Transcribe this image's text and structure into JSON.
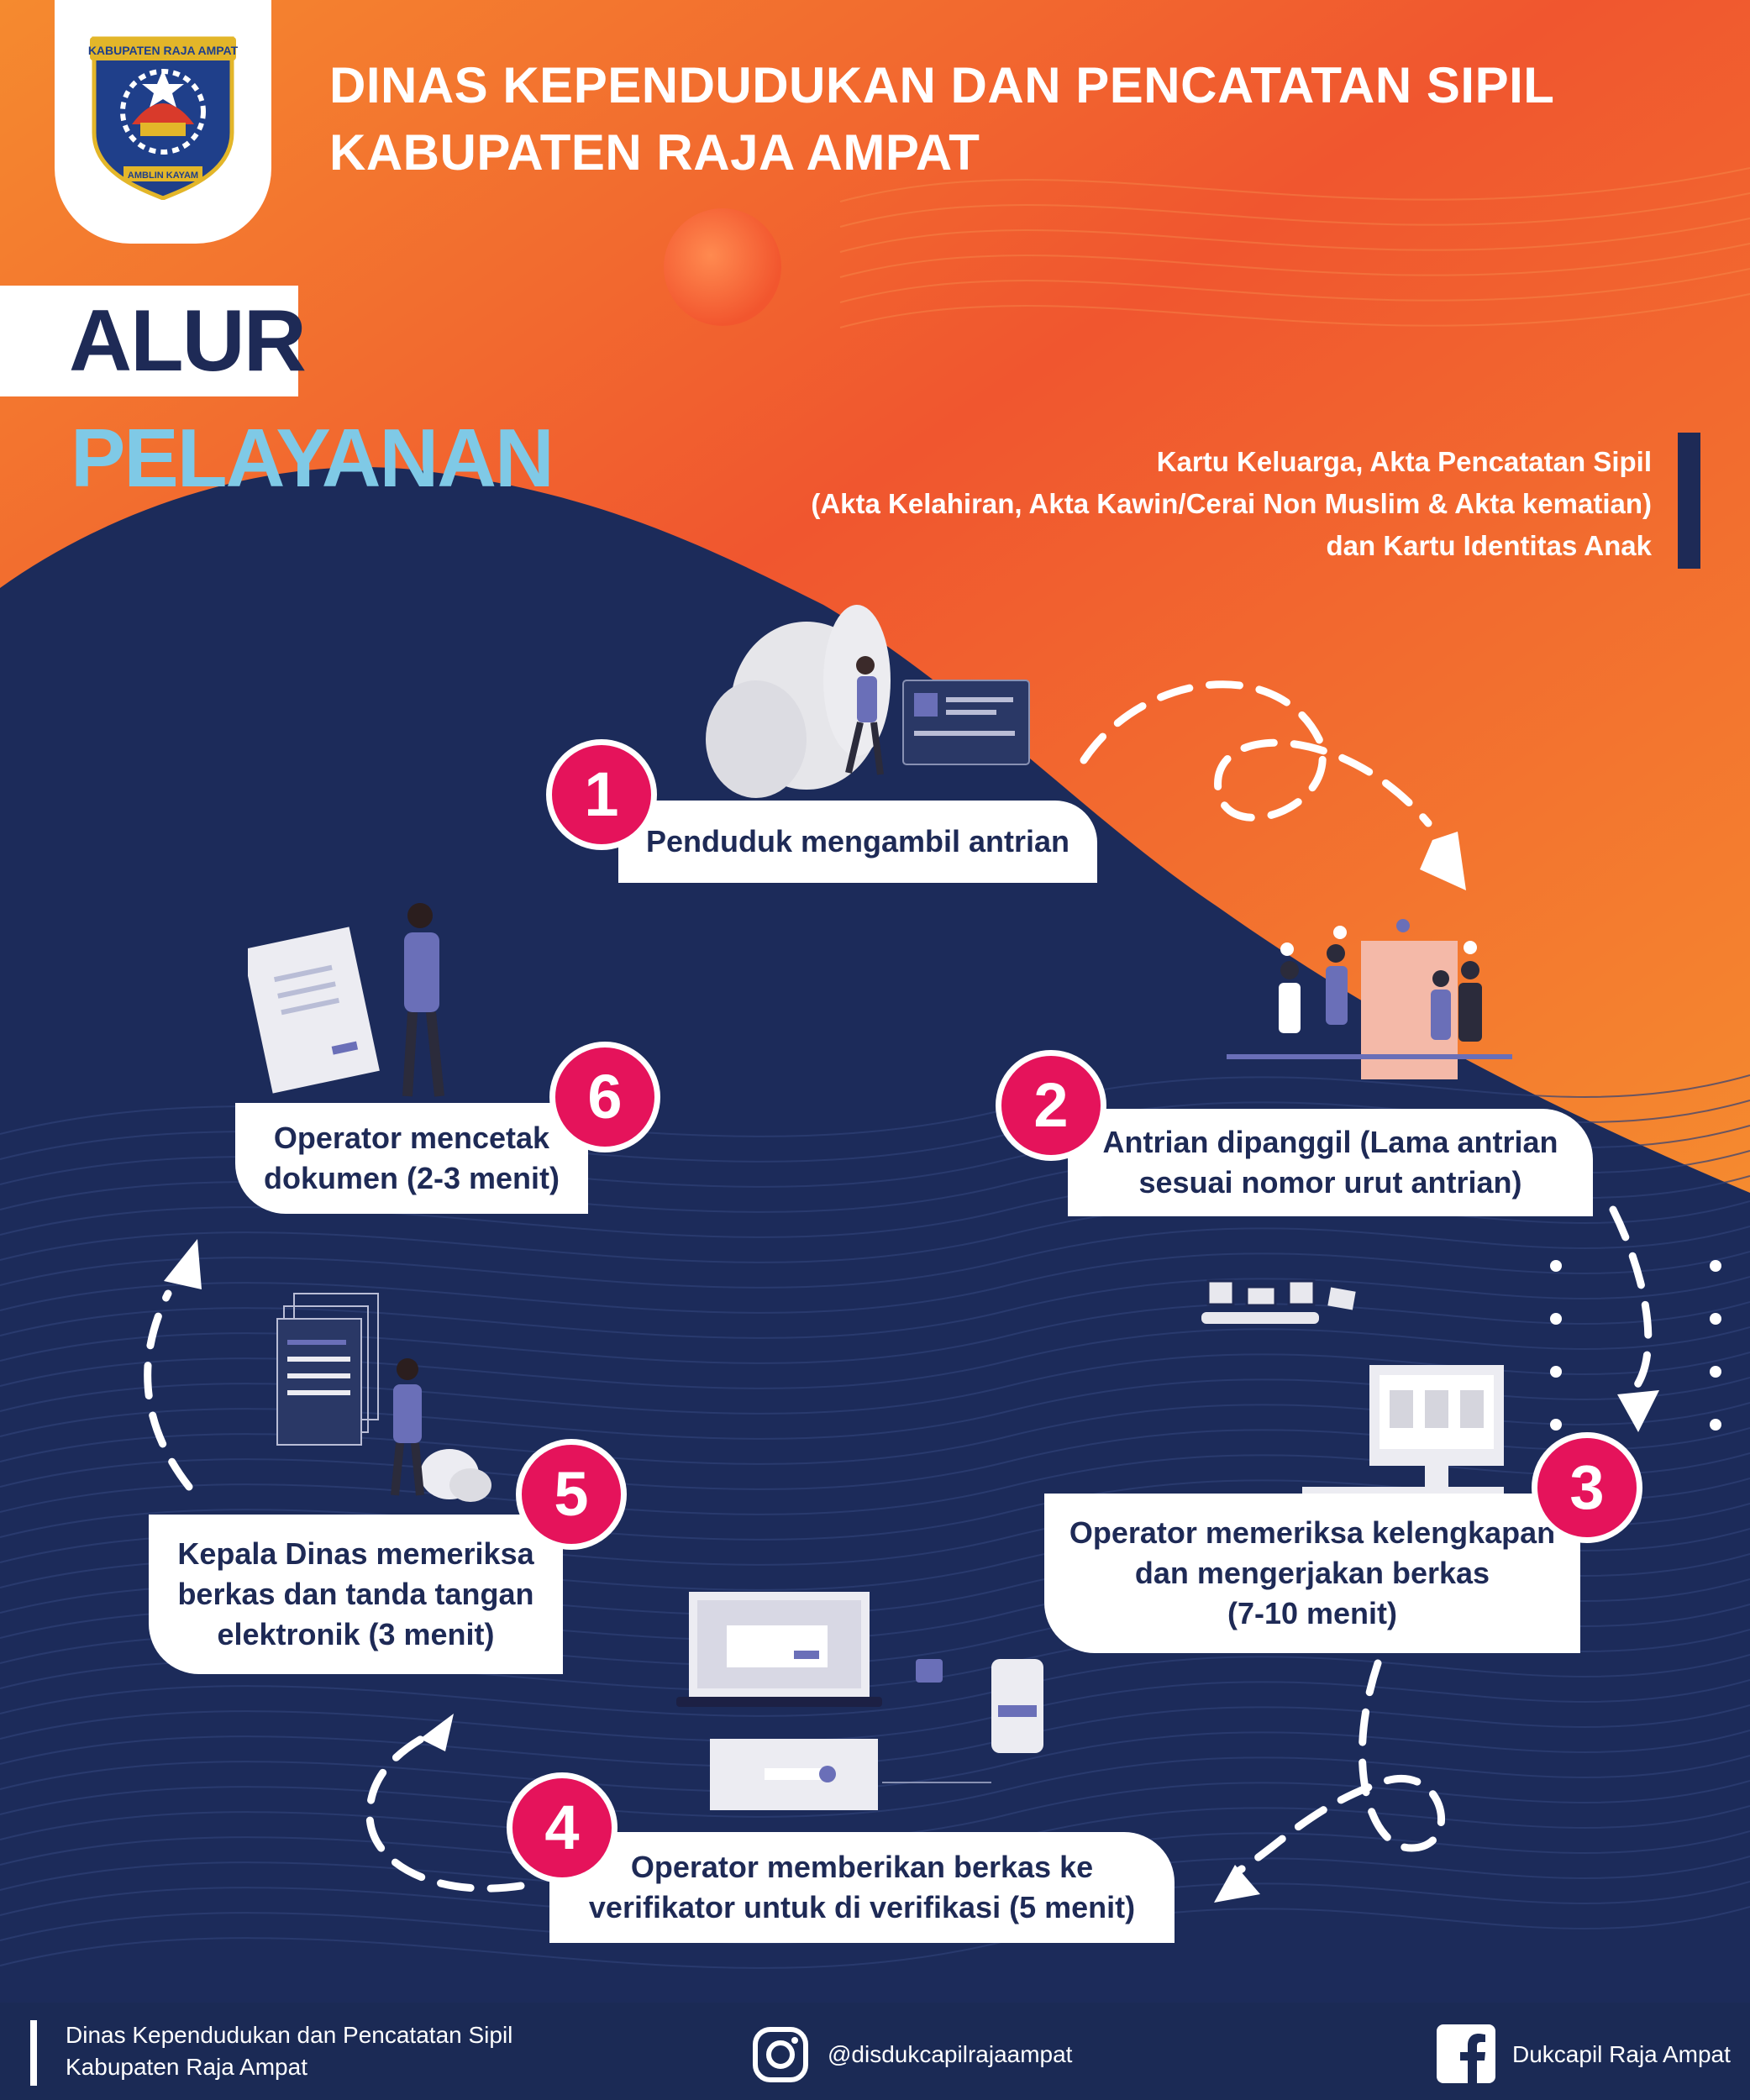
{
  "header": {
    "title_line1": "DINAS KEPENDUDUKAN DAN PENCATATAN SIPIL",
    "title_line2": "KABUPATEN RAJA AMPAT",
    "logo": {
      "top_text": "KABUPATEN RAJA AMPAT",
      "bottom_text": "AMBLIN KAYAM"
    }
  },
  "hero": {
    "word1": "ALUR",
    "word2": "PELAYANAN",
    "subtitle_line1": "Kartu Keluarga, Akta Pencatatan Sipil",
    "subtitle_line2": "(Akta Kelahiran, Akta Kawin/Cerai Non Muslim & Akta kematian)",
    "subtitle_line3": "dan Kartu Identitas Anak"
  },
  "steps": [
    {
      "number": "1",
      "line1": "Penduduk mengambil antrian",
      "line2": "",
      "line3": ""
    },
    {
      "number": "2",
      "line1": "Antrian dipanggil (Lama antrian",
      "line2": "sesuai nomor urut antrian)",
      "line3": ""
    },
    {
      "number": "3",
      "line1": "Operator memeriksa kelengkapan",
      "line2": "dan mengerjakan berkas",
      "line3": "(7-10 menit)"
    },
    {
      "number": "4",
      "line1": "Operator memberikan berkas ke",
      "line2": "verifikator untuk di verifikasi (5 menit)",
      "line3": ""
    },
    {
      "number": "5",
      "line1": "Kepala Dinas memeriksa",
      "line2": "berkas dan tanda tangan",
      "line3": "elektronik (3 menit)"
    },
    {
      "number": "6",
      "line1": "Operator mencetak",
      "line2": "dokumen (2-3 menit)",
      "line3": ""
    }
  ],
  "footer": {
    "org_line1": "Dinas Kependudukan dan Pencatatan Sipil",
    "org_line2": "Kabupaten Raja Ampat",
    "instagram": "@disdukcapilrajaampat",
    "facebook": "Dukcapil Raja Ampat",
    "icons": [
      "instagram-icon",
      "facebook-icon"
    ]
  },
  "colors": {
    "orange": "#f2692f",
    "navy": "#1e2a56",
    "pink": "#e5135b",
    "light_blue": "#7fc9e6"
  }
}
